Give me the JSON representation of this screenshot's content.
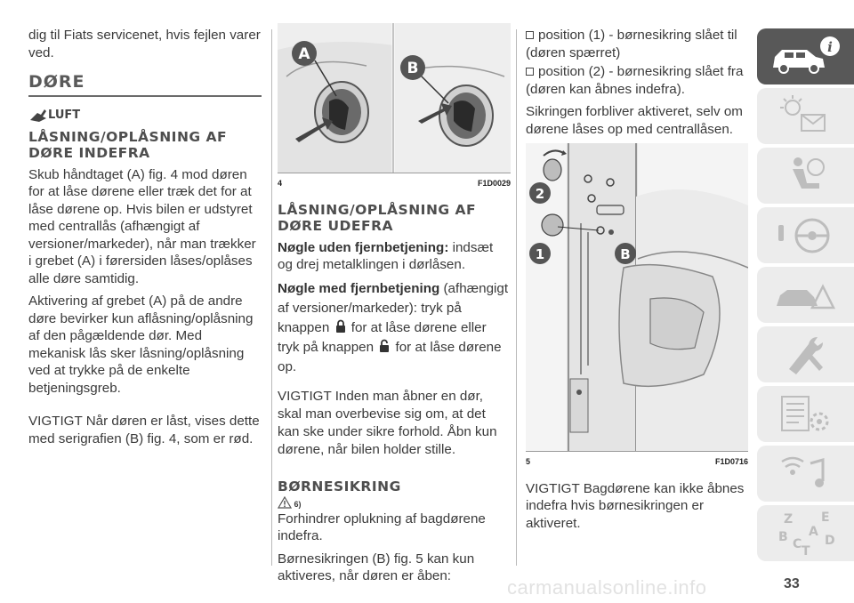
{
  "col1": {
    "intro": "dig til Fiats servicenet, hvis fejlen varer ved.",
    "h_doors": "DØRE",
    "lock_logo_text": "LUFT",
    "h_inside": "LÅSNING/OPLÅSNING AF DØRE INDEFRA",
    "p1": "Skub håndtaget (A) fig. 4 mod døren for at låse dørene eller træk det for at låse dørene op. Hvis bilen er udstyret med centrallås (afhængigt af versioner/markeder), når man trækker i grebet (A) i førersiden låses/oplåses alle døre samtidig.",
    "p2": "Aktivering af grebet (A) på de andre døre bevirker kun aflåsning/oplåsning af den pågældende dør. Med mekanisk lås sker låsning/oplåsning ved at trykke på de enkelte betjeningsgreb.",
    "p3": "VIGTIGT Når døren er låst, vises dette med serigrafien (B) fig. 4, som er rød."
  },
  "col2": {
    "fig4_num": "4",
    "fig4_code": "F1D0029",
    "fig4_label_a": "A",
    "fig4_label_b": "B",
    "h_outside": "LÅSNING/OPLÅSNING AF DØRE UDEFRA",
    "key_no_remote_bold": "Nøgle uden fjernbetjening:",
    "key_no_remote_text": " indsæt og drej metalklingen i dørlåsen.",
    "key_remote_bold": "Nøgle med fjernbetjening",
    "key_remote_text_1": " (afhængigt af versioner/markeder): tryk på knappen ",
    "key_remote_text_2": " for at låse dørene eller tryk på knappen ",
    "key_remote_text_3": " for at låse dørene op.",
    "p_warning": "VIGTIGT Inden man åbner en dør, skal man overbevise sig om, at det kan ske under sikre forhold. Åbn kun dørene, når bilen holder stille.",
    "h_child": "BØRNESIKRING",
    "child_ref": "6)",
    "p_child1": "Forhindrer oplukning af bagdørene indefra.",
    "p_child2": "Børnesikringen (B) fig. 5 kan kun aktiveres, når døren er åben:"
  },
  "col3": {
    "bullet1": "position (1) - børnesikring slået til (døren spærret)",
    "bullet2": "position (2) - børnesikring slået fra (døren kan åbnes indefra).",
    "p1": "Sikringen forbliver aktiveret, selv om dørene låses op med centrallåsen.",
    "fig5_num": "5",
    "fig5_code": "F1D0716",
    "fig5_label_1": "1",
    "fig5_label_2": "2",
    "fig5_label_b": "B",
    "p_important": "VIGTIGT Bagdørene kan ikke åbnes indefra hvis børnesikringen er aktiveret."
  },
  "sidebar": {
    "icons": [
      "car-info-icon",
      "warning-lights-icon",
      "airbag-seat-icon",
      "steering-wheel-icon",
      "breakdown-icon",
      "wrench-icon",
      "specifications-icon",
      "multimedia-icon",
      "index-icon"
    ],
    "index_letters": [
      "Z",
      "E",
      "A",
      "B",
      "C",
      "D",
      "T"
    ],
    "active_color": "#585858",
    "inactive_color": "#ececec"
  },
  "page_number": "33",
  "watermark": "carmanualsonline.info"
}
